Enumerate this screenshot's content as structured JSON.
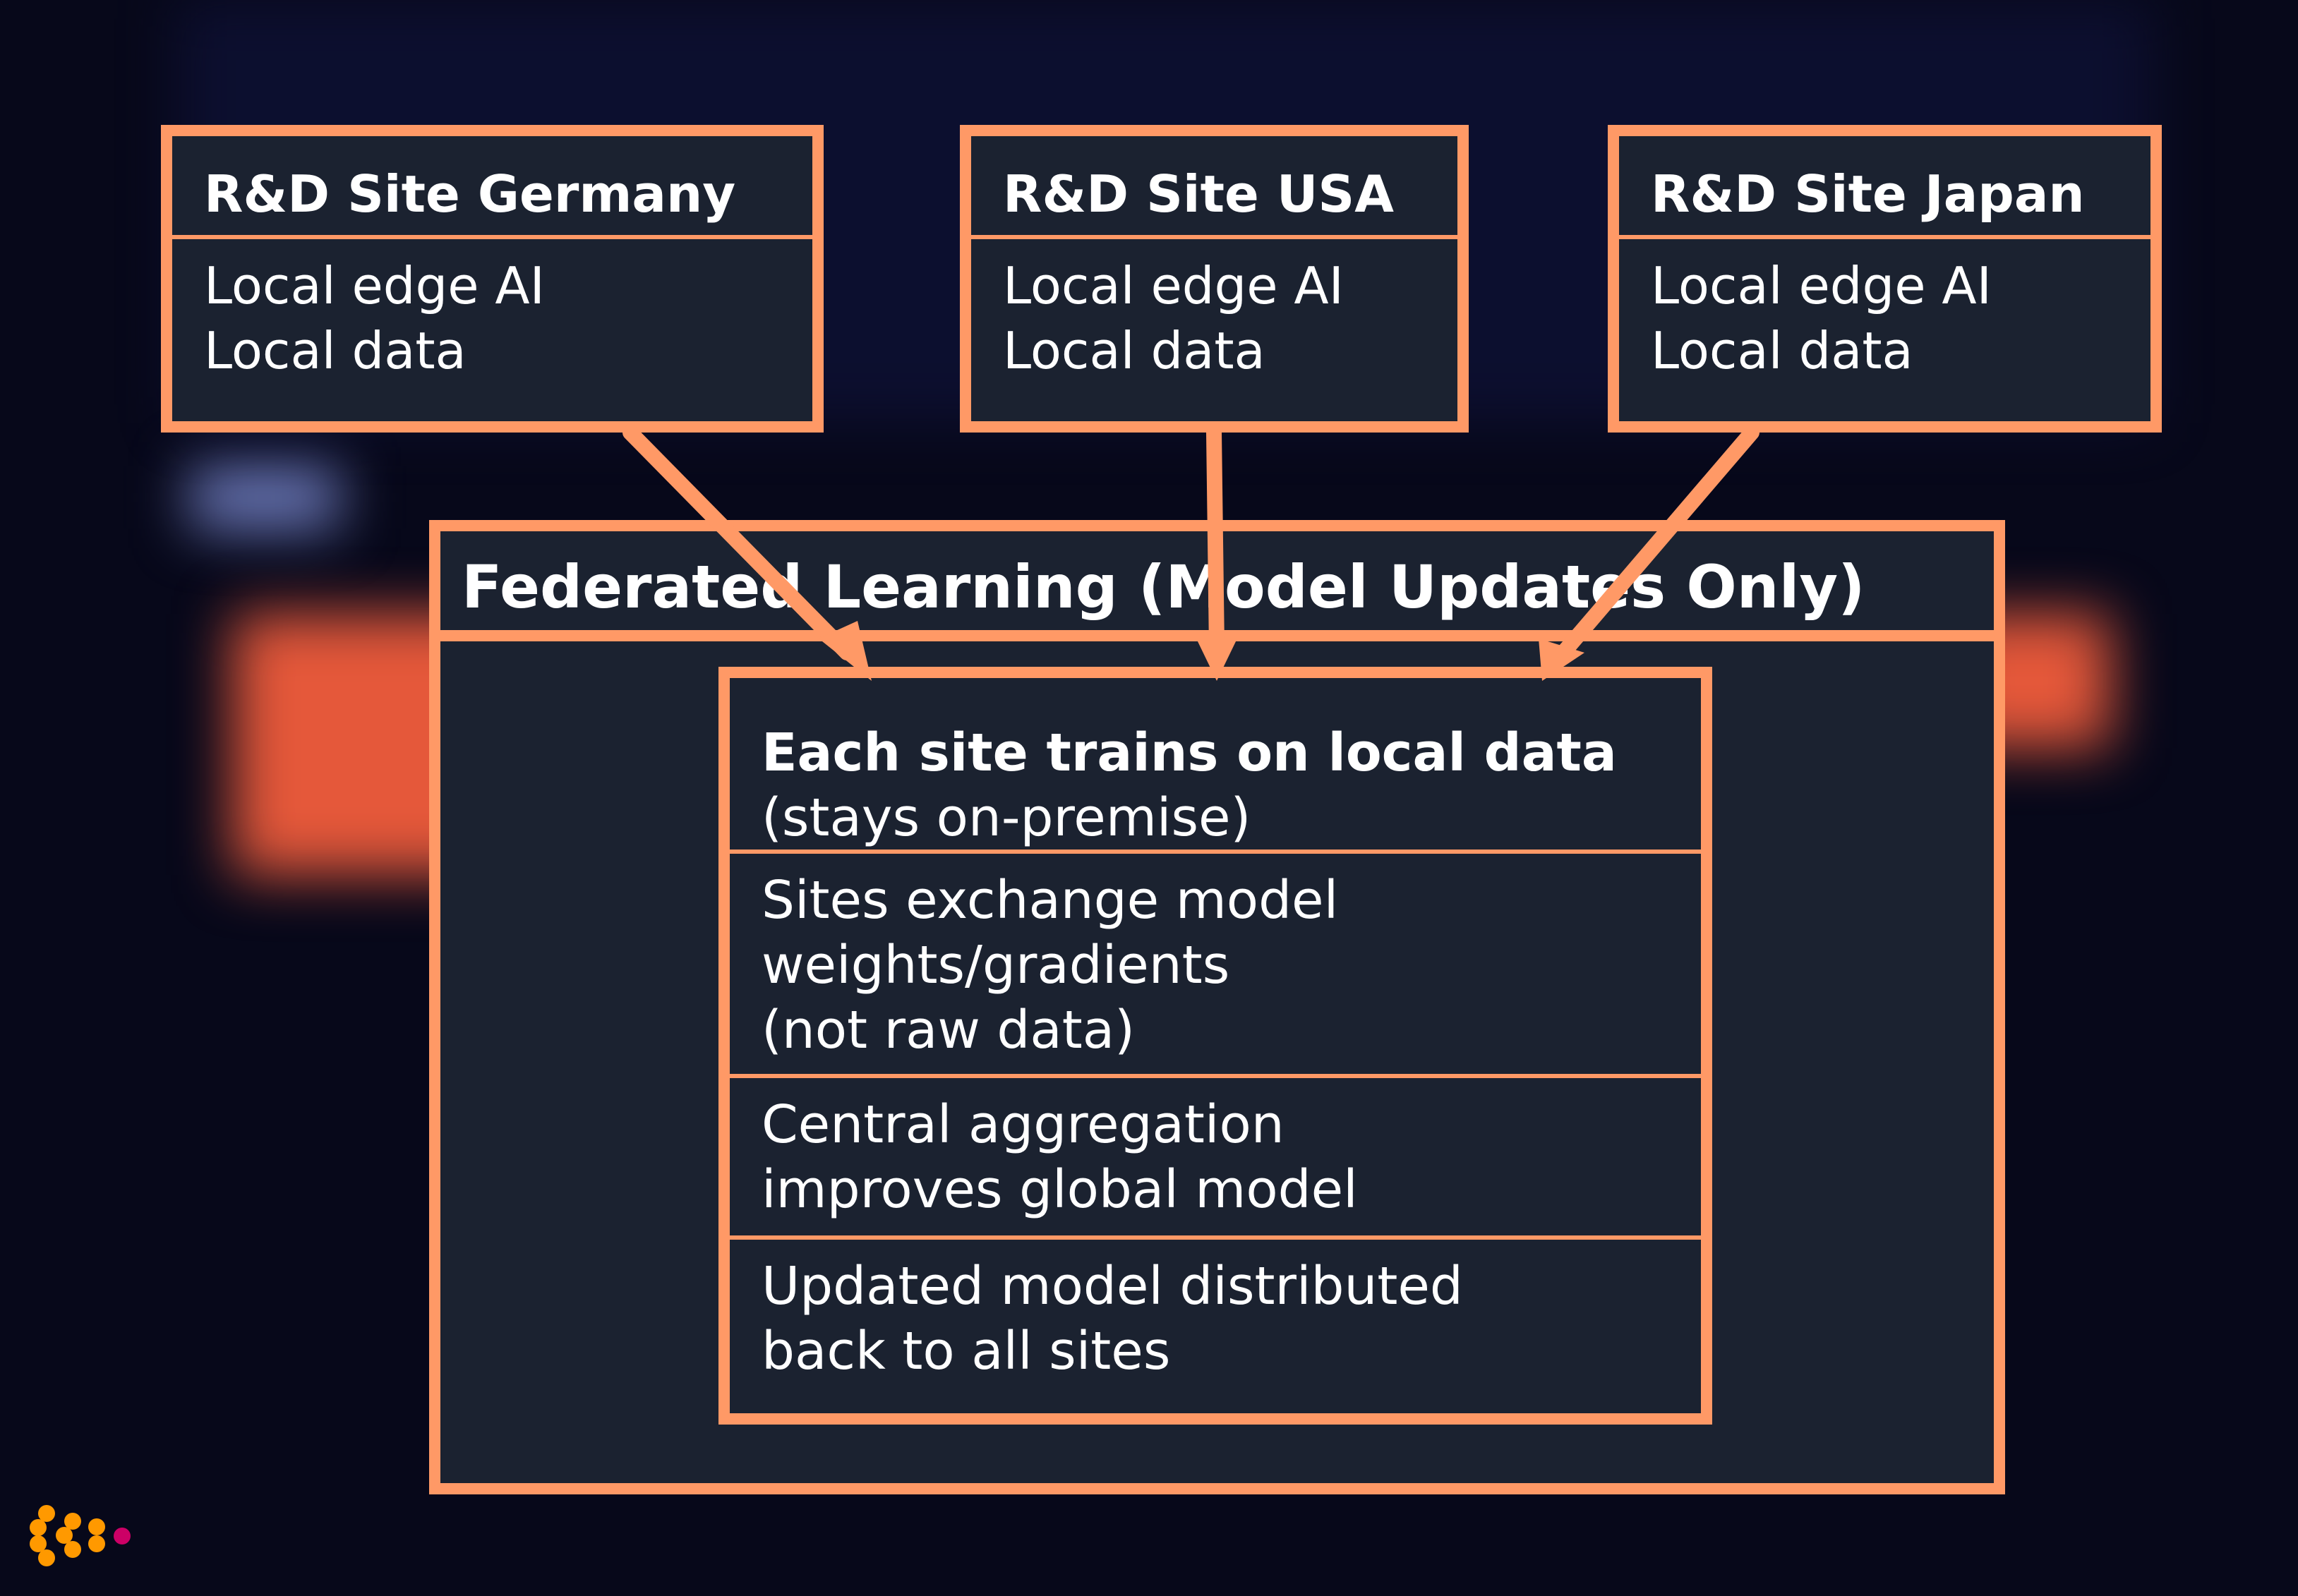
{
  "sites": [
    {
      "title": "R&D Site Germany",
      "lines": [
        "Local edge AI",
        "Local data"
      ]
    },
    {
      "title": "R&D Site USA",
      "lines": [
        "Local edge AI",
        "Local data"
      ]
    },
    {
      "title": "R&D Site Japan",
      "lines": [
        "Local edge AI",
        "Local data"
      ]
    }
  ],
  "federated": {
    "title": "Federated Learning (Model Updates Only)",
    "steps": [
      {
        "lines": [
          "Each site trains on local data",
          "(stays on-premise)"
        ]
      },
      {
        "lines": [
          "Sites exchange model",
          "weights/gradients",
          "(not raw data)"
        ]
      },
      {
        "lines": [
          "Central aggregation",
          "improves global model"
        ]
      },
      {
        "lines": [
          "Updated model distributed",
          "back to all sites"
        ]
      }
    ]
  },
  "colors": {
    "accent": "#ff9966",
    "box_fill": "#1b2230",
    "background": "#07081a",
    "logo_orange": "#ff9900",
    "logo_magenta": "#cc0066"
  }
}
